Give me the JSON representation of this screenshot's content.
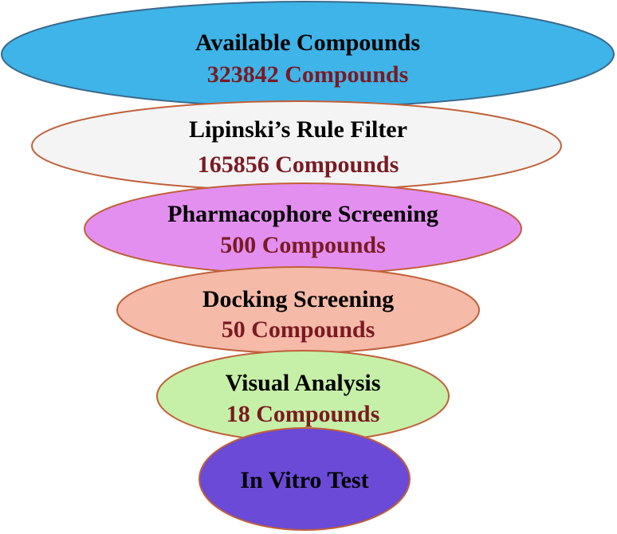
{
  "colors": {
    "count_text": "#7a1a22",
    "title_text": "#000000"
  },
  "stages": [
    {
      "title": "Available Compounds",
      "count": "323842 Compounds",
      "fill": "#3fb4e8",
      "stroke": "#3a6a8c"
    },
    {
      "title": "Lipinski’s Rule Filter",
      "count": "165856 Compounds",
      "fill": "#f4f4f4",
      "stroke": "#c0603a"
    },
    {
      "title": "Pharmacophore Screening",
      "count": "500 Compounds",
      "fill": "#e38ff0",
      "stroke": "#c0603a"
    },
    {
      "title": "Docking Screening",
      "count": "50 Compounds",
      "fill": "#f5baa8",
      "stroke": "#c0603a"
    },
    {
      "title": "Visual Analysis",
      "count": "18 Compounds",
      "fill": "#c6f0a8",
      "stroke": "#c0603a"
    },
    {
      "title": "In Vitro Test",
      "count": "",
      "fill": "#6a4ad6",
      "stroke": "#c0603a"
    }
  ]
}
